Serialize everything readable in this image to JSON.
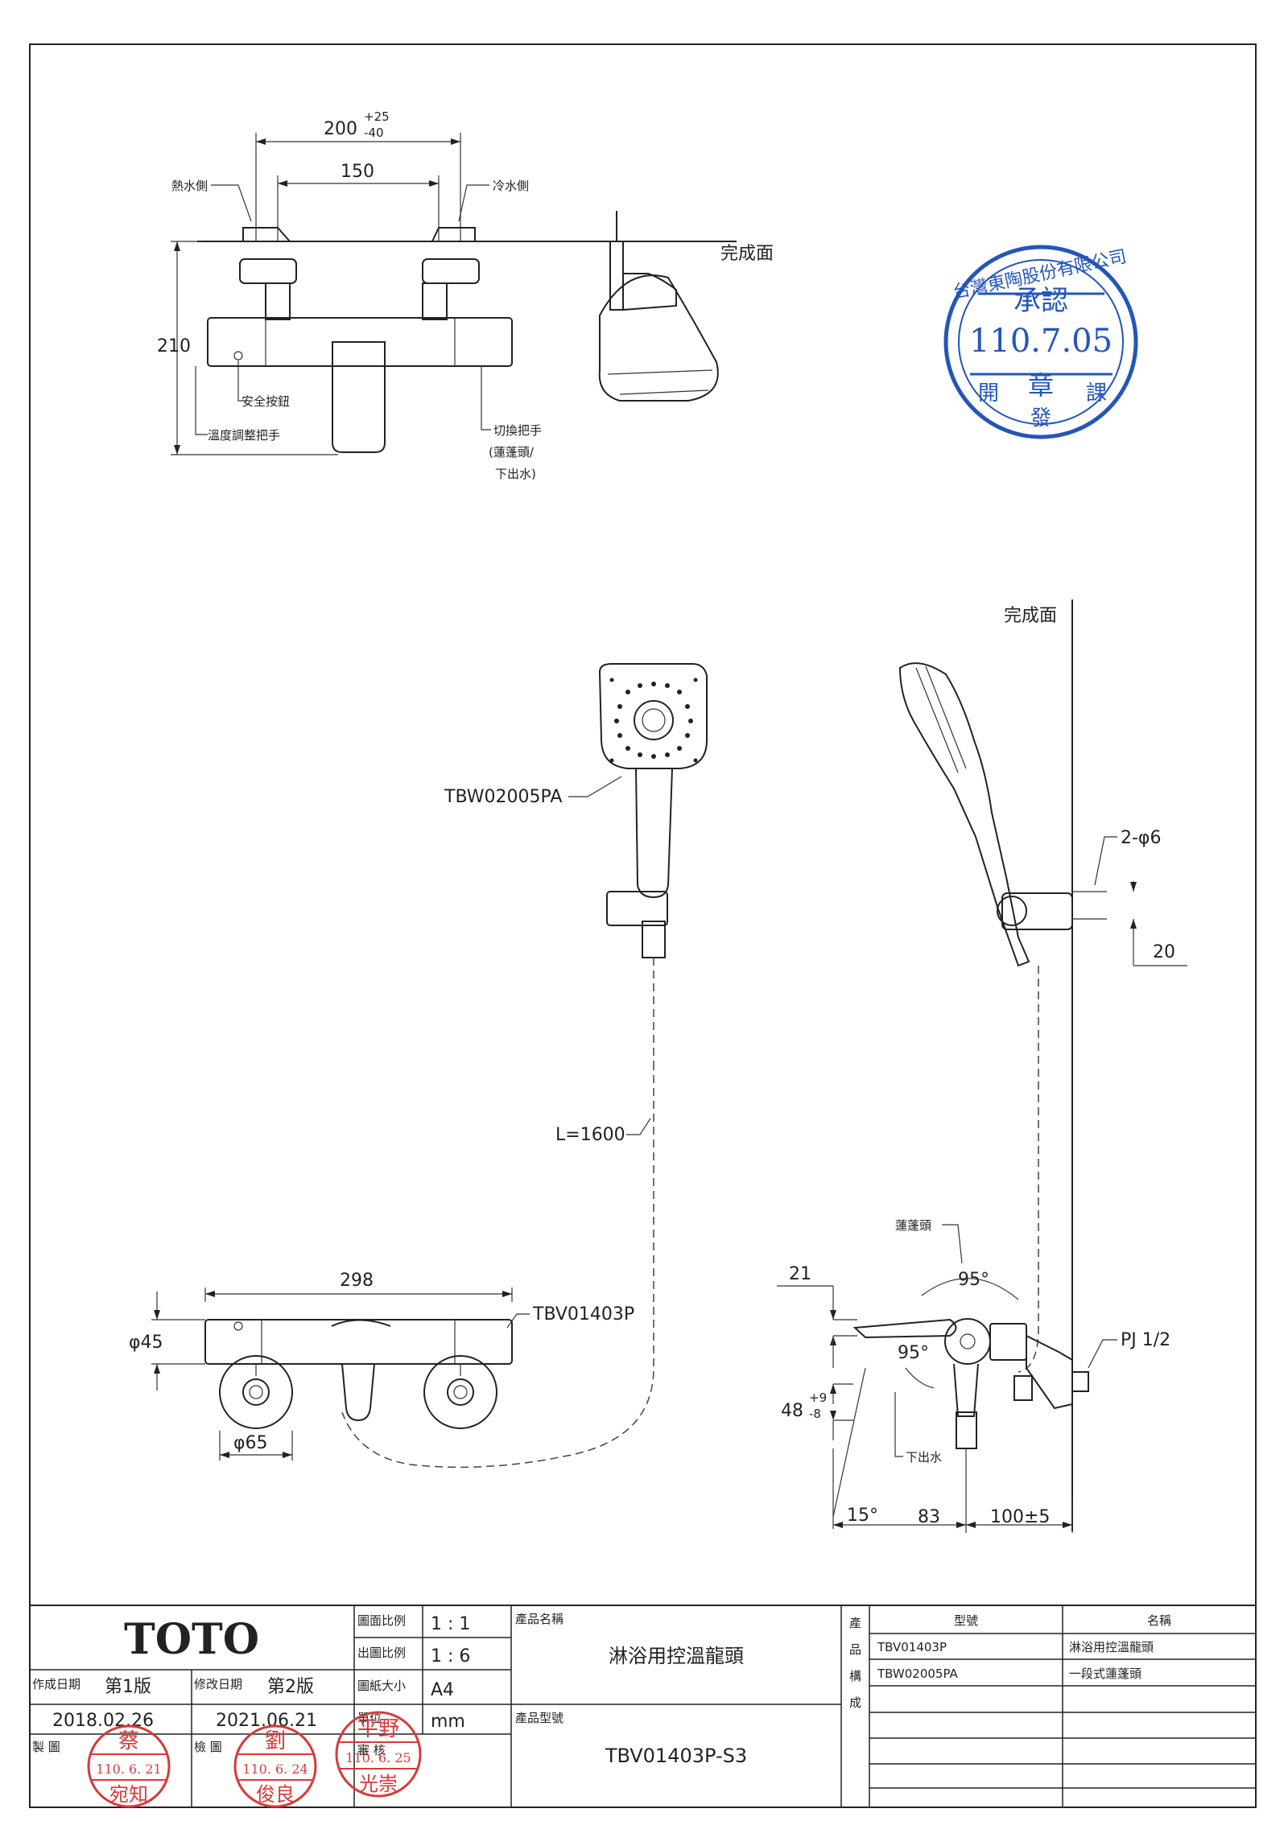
{
  "top_view": {
    "dim_total": "200",
    "dim_tol_plus": "+25",
    "dim_tol_minus": "-40",
    "dim_150": "150",
    "dim_210": "210",
    "hot_side": "熱水側",
    "cold_side": "冷水側",
    "finish_surface": "完成面",
    "safety_button": "安全按鈕",
    "temp_handle": "溫度調整把手",
    "switch_handle_1": "切換把手",
    "switch_handle_2": "(蓮蓬頭/",
    "switch_handle_3": "下出水)"
  },
  "approval_stamp": {
    "company": "台灣東陶股份有限公司",
    "approved": "承認",
    "date": "110.7.05",
    "seal": "章",
    "dept_left": "開",
    "dept_mid": "發",
    "dept_right": "課"
  },
  "shower_view": {
    "finish_surface": "完成面",
    "shower_model": "TBW02005PA",
    "hose_length": "L=1600",
    "screw_label": "2-φ6",
    "dim_20": "20"
  },
  "front_view": {
    "dim_298": "298",
    "model_label": "TBV01403P",
    "dim_phi45": "φ45",
    "dim_phi65": "φ65"
  },
  "side_view": {
    "shower_label": "蓮蓬頭",
    "angle_95_top": "95°",
    "angle_95_inner": "95°",
    "dim_21": "21",
    "pj": "PJ 1/2",
    "dim_48": "48",
    "dim_48_plus": "+9",
    "dim_48_minus": "-8",
    "bottom_outlet": "下出水",
    "angle_15": "15°",
    "dim_83": "83",
    "dim_100": "100±5"
  },
  "title_block": {
    "brand": "TOTO",
    "scale_label": "圖面比例",
    "scale_value": "1 : 1",
    "print_scale_label": "出圖比例",
    "print_scale_value": "1 : 6",
    "paper_label": "圖紙大小",
    "paper_value": "A4",
    "unit_label": "單位",
    "unit_value": "mm",
    "review_label": "審 核",
    "created_label": "作成日期",
    "edition1": "第1版",
    "created_date": "2018.02.26",
    "modified_label": "修改日期",
    "edition2": "第2版",
    "modified_date": "2021.06.21",
    "drawn_label": "製 圖",
    "check_label": "檢 圖",
    "product_name_label": "產品名稱",
    "product_name": "淋浴用控溫龍頭",
    "product_model_label": "產品型號",
    "product_model": "TBV01403P-S3",
    "composition_label": "產品構成",
    "col_model": "型號",
    "col_name": "名稱",
    "rows": [
      {
        "model": "TBV01403P",
        "name": "淋浴用控溫龍頭"
      },
      {
        "model": "TBW02005PA",
        "name": "一段式蓮蓬頭"
      }
    ]
  },
  "stamps": {
    "draw_name_top": "蔡",
    "draw_date": "110. 6. 21",
    "draw_name_bottom": "宛知",
    "check_name_top": "劉",
    "check_date": "110. 6. 24",
    "check_name_bottom": "俊良",
    "review_name_top": "平野",
    "review_date": "110. 6. 25",
    "review_name_bottom": "光崇"
  }
}
